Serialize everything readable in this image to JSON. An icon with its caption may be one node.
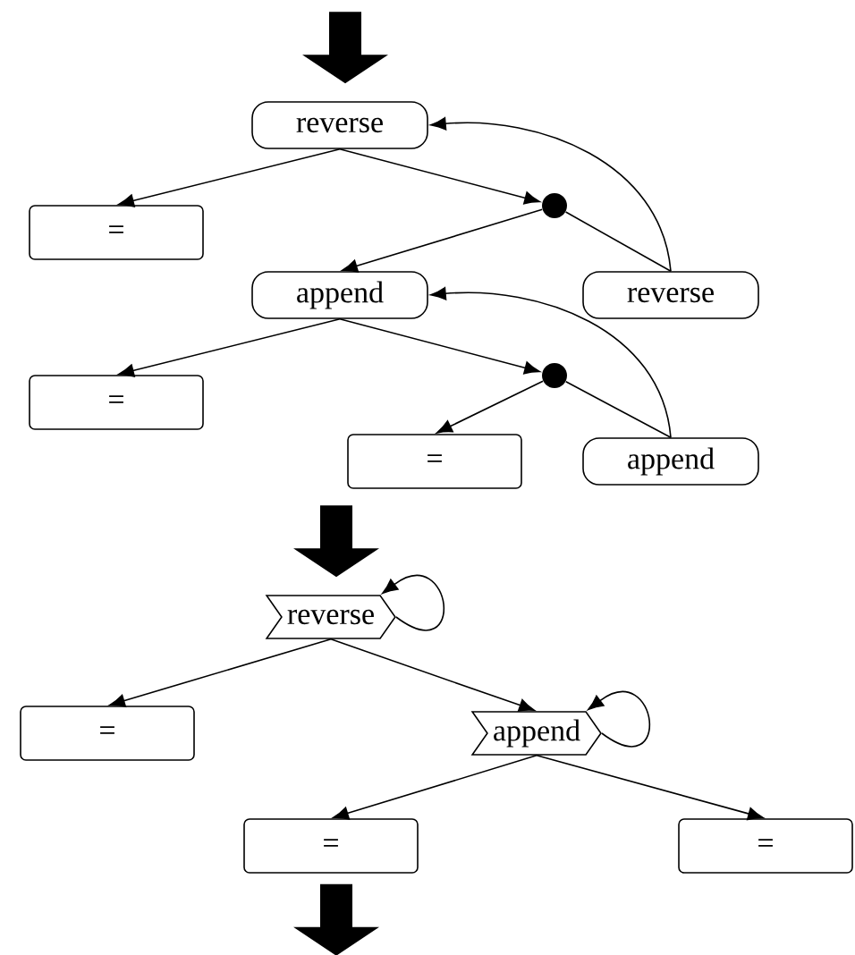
{
  "diagram": {
    "nodes": [
      {
        "text": [
          "reverse"
        ]
      },
      {
        "text": [
          "="
        ]
      },
      {
        "text": [],
        "shape": "circle"
      },
      {
        "text": [
          "append"
        ]
      },
      {
        "text": [
          "reverse"
        ]
      },
      {
        "text": [
          "="
        ]
      },
      {
        "text": [],
        "shape": "circle"
      },
      {
        "text": [
          "="
        ]
      },
      {
        "text": [
          "append"
        ]
      },
      {
        "text": [
          "reverse"
        ]
      },
      {
        "text": [
          "="
        ]
      },
      {
        "text": [
          "append"
        ]
      },
      {
        "text": [
          "="
        ]
      },
      {
        "text": [
          "="
        ]
      }
    ],
    "edges": [
      {
        "from": 0,
        "to": 1,
        "arrow": "to"
      },
      {
        "from": 0,
        "to": 2,
        "arrow": "to"
      },
      {
        "from": 2,
        "to": 3,
        "arrow": "to"
      },
      {
        "from": 2,
        "to": 4,
        "arrow": "none"
      },
      {
        "from": 4,
        "to": 0,
        "arrow": "to"
      },
      {
        "from": 3,
        "to": 5,
        "arrow": "to"
      },
      {
        "from": 3,
        "to": 6,
        "arrow": "to"
      },
      {
        "from": 6,
        "to": 7,
        "arrow": "to"
      },
      {
        "from": 6,
        "to": 8,
        "arrow": "none"
      },
      {
        "from": 8,
        "to": 3,
        "arrow": "to"
      },
      {
        "from": 9,
        "to": 10,
        "arrow": "to"
      },
      {
        "from": 9,
        "to": 11,
        "arrow": "to"
      },
      {
        "from": 9,
        "to": 9,
        "arrow": "to"
      },
      {
        "from": 11,
        "to": 12,
        "arrow": "to"
      },
      {
        "from": 11,
        "to": 13,
        "arrow": "to"
      },
      {
        "from": 11,
        "to": 11,
        "arrow": "to"
      },
      {
        "from": null,
        "to": 0,
        "arrow": "to",
        "style": "thick"
      },
      {
        "from": null,
        "to": 9,
        "arrow": "to",
        "style": "thick"
      },
      {
        "from": 12,
        "to": null,
        "arrow": "to",
        "style": "thick"
      }
    ]
  }
}
